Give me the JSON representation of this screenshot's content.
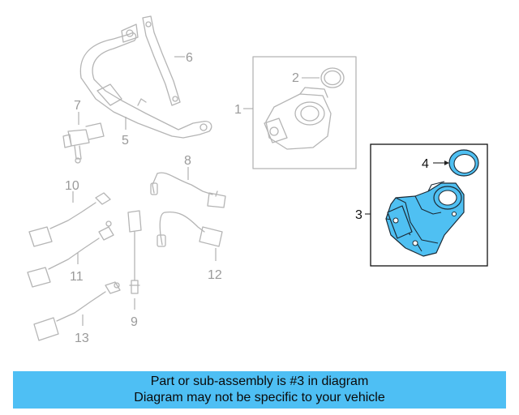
{
  "callouts": {
    "c1": "1",
    "c2": "2",
    "c3": "3",
    "c4": "4",
    "c5": "5",
    "c6": "6",
    "c7": "7",
    "c8": "8",
    "c9": "9",
    "c10": "10",
    "c11": "11",
    "c12": "12",
    "c13": "13"
  },
  "banner": {
    "line1": "Part or sub-assembly is #3 in diagram",
    "line2": "Diagram may not be specific to your vehicle"
  },
  "colors": {
    "highlight": "#4fc0f2",
    "banner": "#4ebff4",
    "faded": "#b5b5b5"
  }
}
